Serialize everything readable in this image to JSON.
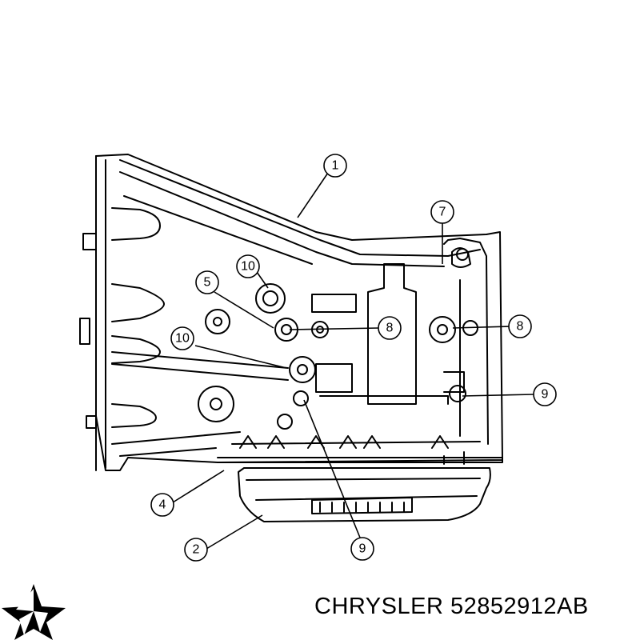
{
  "diagram": {
    "callouts": [
      {
        "id": "c1",
        "label": "1"
      },
      {
        "id": "c7",
        "label": "7"
      },
      {
        "id": "c10a",
        "label": "10"
      },
      {
        "id": "c5",
        "label": "5"
      },
      {
        "id": "c8a",
        "label": "8"
      },
      {
        "id": "c8b",
        "label": "8"
      },
      {
        "id": "c10b",
        "label": "10"
      },
      {
        "id": "c9a",
        "label": "9"
      },
      {
        "id": "c4",
        "label": "4"
      },
      {
        "id": "c2",
        "label": "2"
      },
      {
        "id": "c9b",
        "label": "9"
      }
    ]
  },
  "footer": {
    "brand_part_number": "CHRYSLER 52852912AB",
    "logo_icon": "chrysler-pentastar-icon"
  },
  "colors": {
    "ink": "#000000",
    "background": "#ffffff"
  }
}
